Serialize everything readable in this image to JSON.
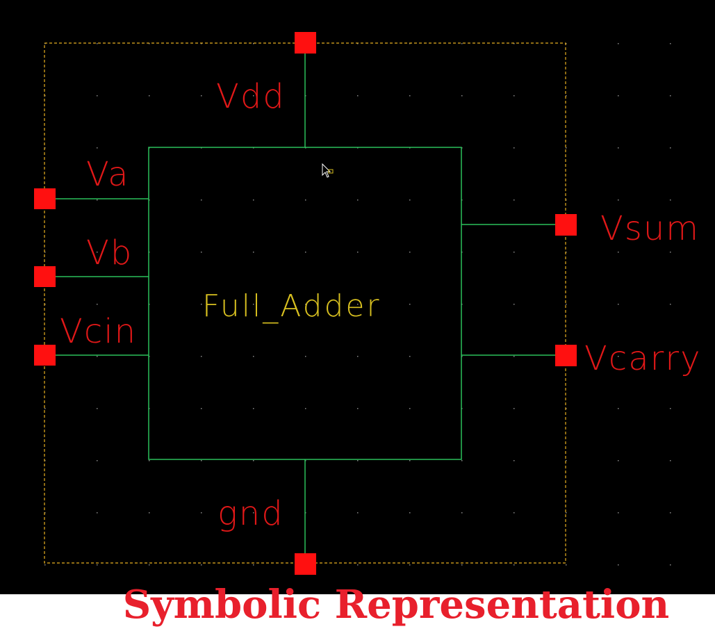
{
  "schematic": {
    "cell_name": "Full_Adder",
    "pins": {
      "vdd": "Vdd",
      "va": "Va",
      "vb": "Vb",
      "vcin": "Vcin",
      "vsum": "Vsum",
      "vcarry": "Vcarry",
      "gnd": "gnd"
    },
    "colors": {
      "background": "#000000",
      "wire": "#2bbf5a",
      "pin": "#ff1010",
      "pin_label": "#e01818",
      "cell_label": "#d8c020",
      "selection_box": "#e8b020",
      "grid_dot": "#8a8a8a"
    }
  },
  "caption": "Symbolic Representation"
}
